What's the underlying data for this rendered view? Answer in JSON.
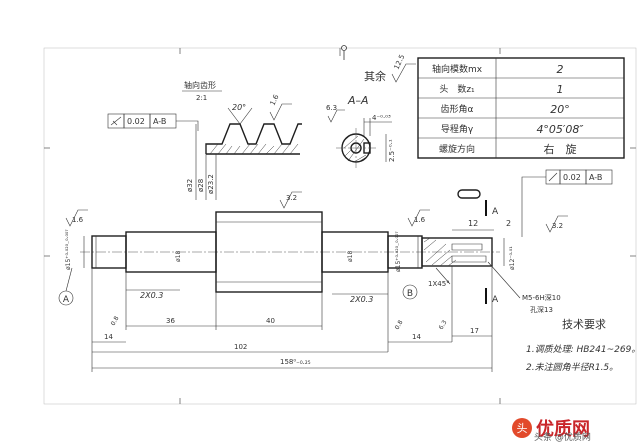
{
  "params_table": {
    "rows": [
      {
        "label": "轴向模数mx",
        "value": "2"
      },
      {
        "label": "头　数z₁",
        "value": "1"
      },
      {
        "label": "齿形角α",
        "value": "20°"
      },
      {
        "label": "导程角γ",
        "value": "4°05′08″"
      },
      {
        "label": "螺旋方向",
        "value": "右　旋"
      }
    ]
  },
  "rest_roughness": {
    "label": "其余",
    "value": "12.5"
  },
  "tooth_detail": {
    "title": "轴向齿形",
    "scale": "2:1",
    "tolerance": "0.02",
    "datum": "A-B",
    "angle": "20°",
    "roughness": "1.6",
    "dims": [
      "ø32",
      "ø28",
      "ø23.2"
    ]
  },
  "section": {
    "title": "A–A",
    "roughness": "6.3",
    "keyway": "4⁻⁰·⁰³",
    "depth": "2.5⁻⁰·¹"
  },
  "shaft": {
    "dia_left": "ø15⁺⁰·⁰²⁰₋⁰·⁰⁰⁷",
    "dia_mid_left": "ø18",
    "dia_mid_right": "ø18",
    "dia_right": "ø15⁺⁰·⁰²⁰₋⁰·⁰⁰⁷",
    "dia_end": "ø12⁻⁰·⁰¹",
    "groove_left": "2X0.3",
    "groove_right": "2X0.3",
    "roughness_top": "3.2",
    "roughness_left": "1.6",
    "roughness_right": "1.6",
    "roughness_end": "3.2",
    "chamfer": "1X45°",
    "thread": "M5-6H深10",
    "hole": "孔深13",
    "datum_a": "A",
    "datum_b": "B",
    "section_mark": "A",
    "end_tol": "0.02",
    "end_datum": "A-B",
    "dim_12": "12",
    "dim_2": "2"
  },
  "dims": {
    "d14_left": "14",
    "d36": "36",
    "d40": "40",
    "d102": "102",
    "d14_right": "14",
    "d17": "17",
    "d150": "158⁰₋₀.₂₅",
    "r08_a": "0.8",
    "r08_b": "0.8",
    "r63": "6.3"
  },
  "tech_req": {
    "title": "技术要求",
    "items": [
      "1.调质处理: HB241~269。",
      "2.未注圆角半径R1.5。"
    ]
  },
  "watermark": {
    "logo": "头",
    "text": "优质网",
    "sub": "头条 @优质网"
  }
}
